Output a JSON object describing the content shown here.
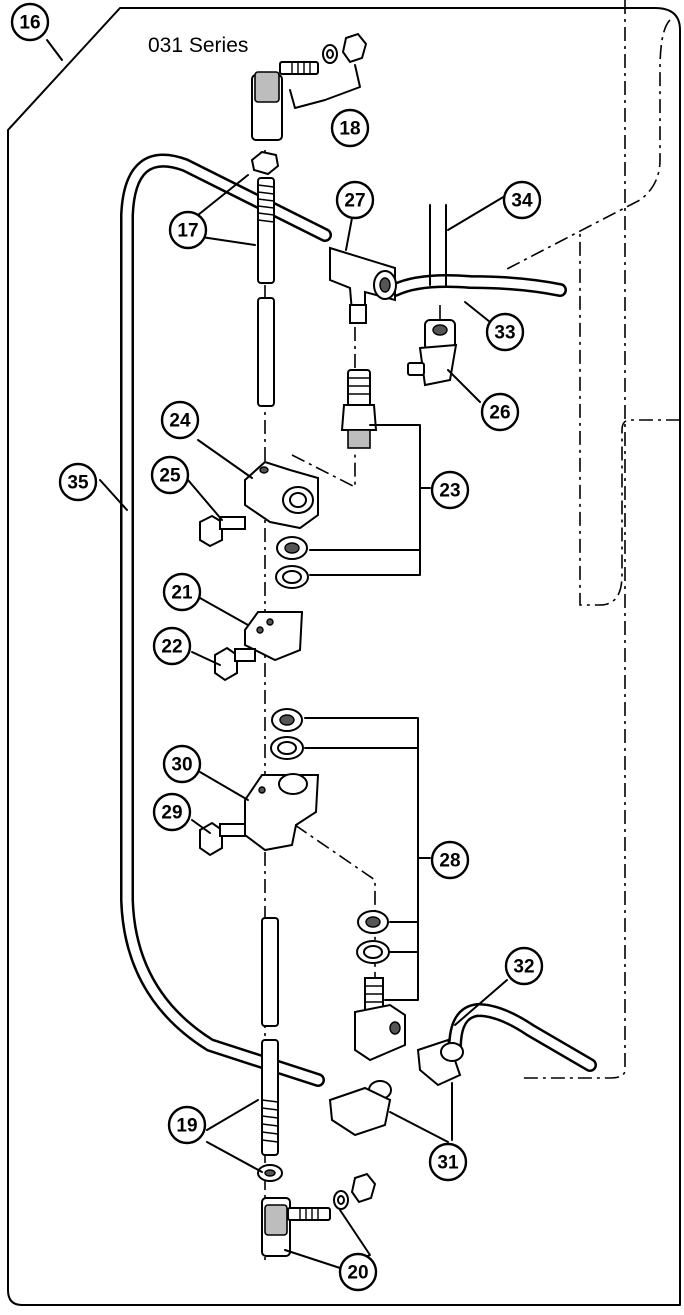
{
  "title": "031 Series",
  "callouts": {
    "c16": "16",
    "c17": "17",
    "c18": "18",
    "c19": "19",
    "c20": "20",
    "c21": "21",
    "c22": "22",
    "c23": "23",
    "c24": "24",
    "c25": "25",
    "c26": "26",
    "c27": "27",
    "c28": "28",
    "c29": "29",
    "c30": "30",
    "c31": "31",
    "c32": "32",
    "c33": "33",
    "c34": "34",
    "c35": "35"
  }
}
